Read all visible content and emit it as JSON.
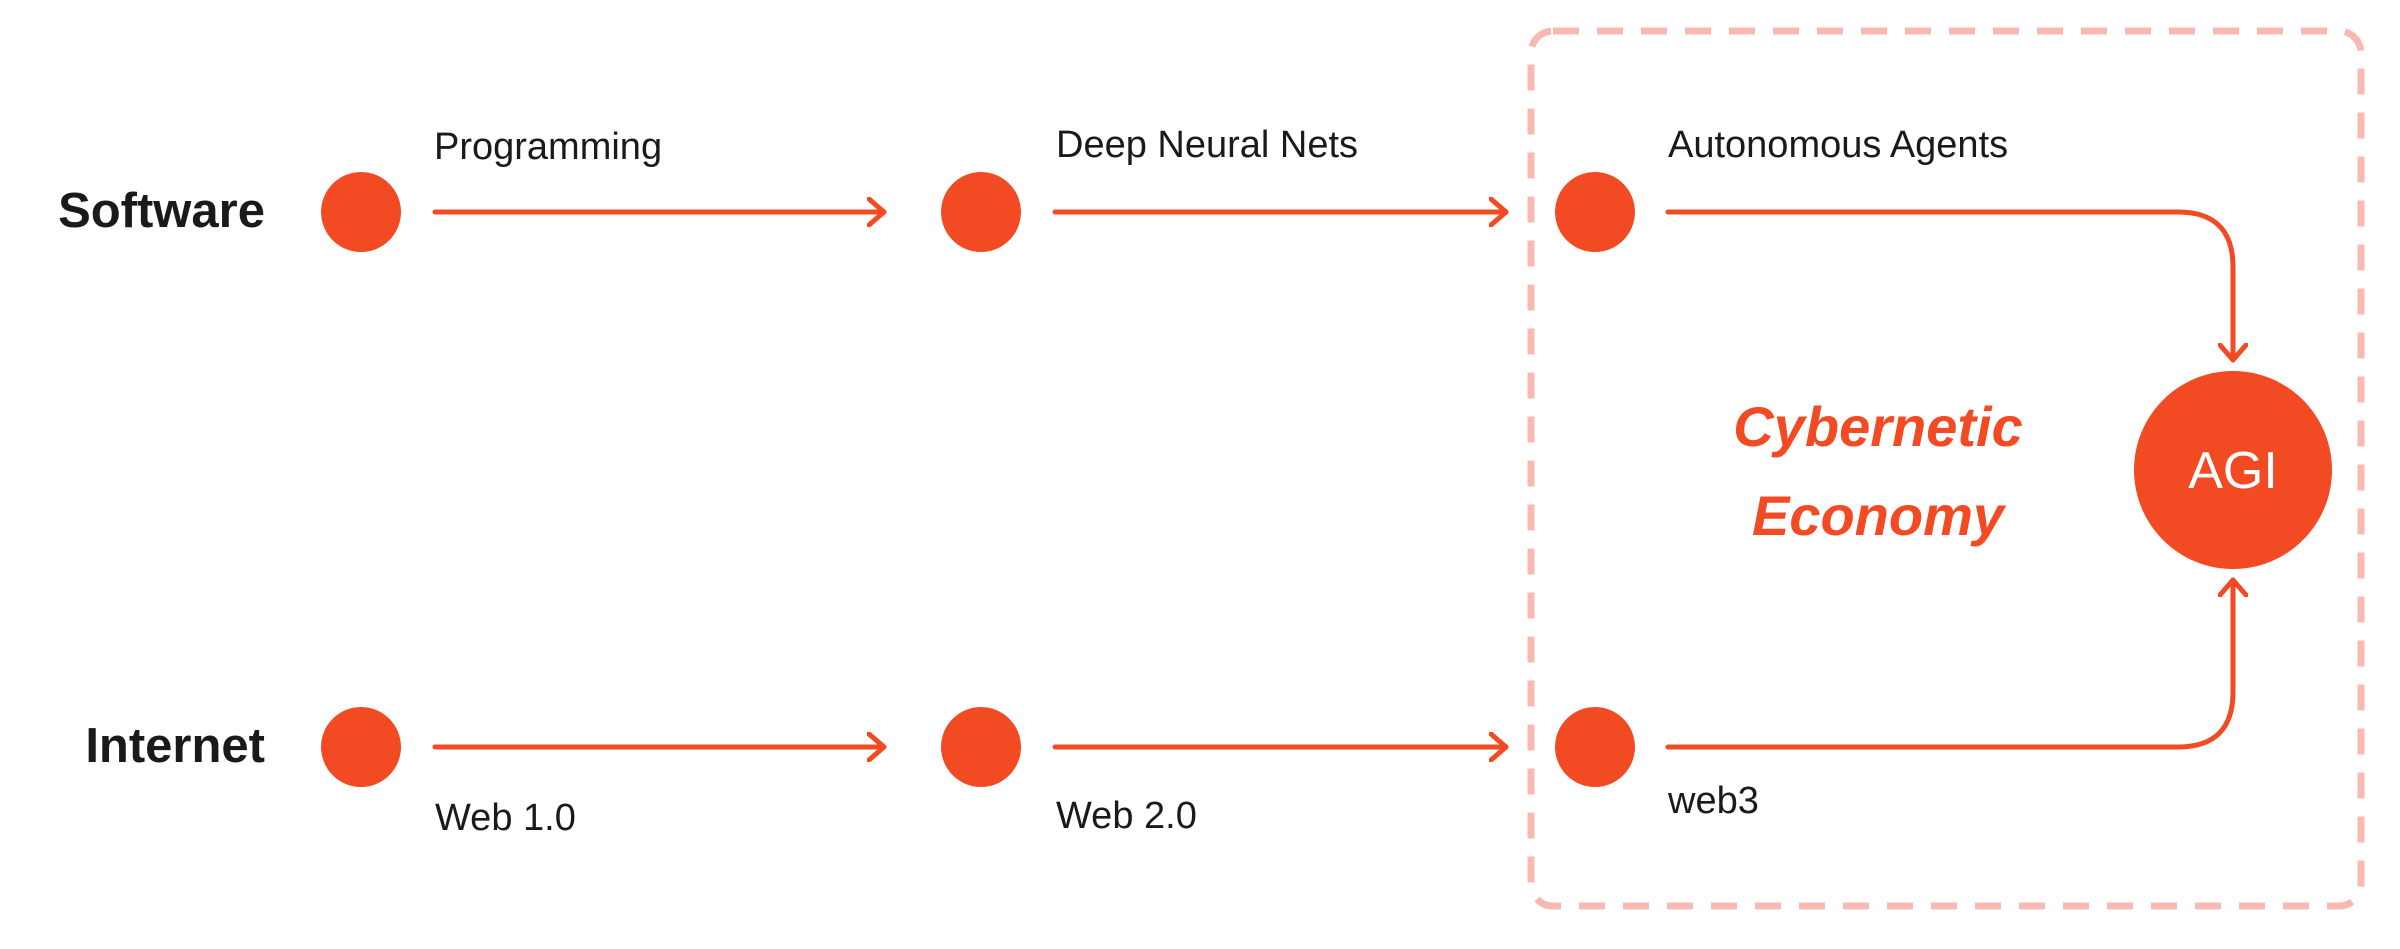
{
  "colors": {
    "accent": "#f24a23",
    "region_border": "#f7b9b1",
    "text": "#1a1a1a"
  },
  "rows": {
    "software": "Software",
    "internet": "Internet"
  },
  "edges": {
    "programming": "Programming",
    "deep_neural_nets": "Deep Neural Nets",
    "autonomous_agents": "Autonomous Agents",
    "web1": "Web 1.0",
    "web2": "Web 2.0",
    "web3": "web3"
  },
  "region": {
    "line1": "Cybernetic",
    "line2": "Economy"
  },
  "target": {
    "label": "AGI"
  }
}
